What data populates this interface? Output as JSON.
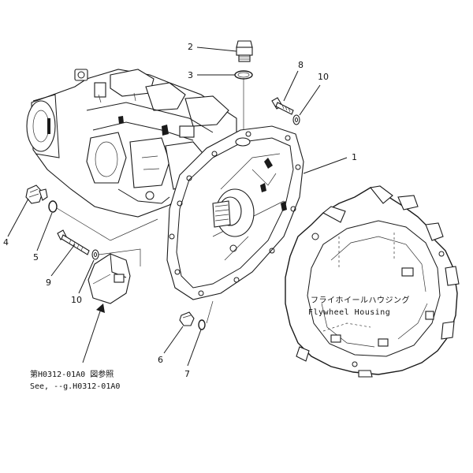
{
  "callouts": [
    {
      "id": "1",
      "label": "1"
    },
    {
      "id": "2",
      "label": "2"
    },
    {
      "id": "3",
      "label": "3"
    },
    {
      "id": "4",
      "label": "4"
    },
    {
      "id": "5",
      "label": "5"
    },
    {
      "id": "6",
      "label": "6"
    },
    {
      "id": "7",
      "label": "7"
    },
    {
      "id": "8",
      "label": "8"
    },
    {
      "id": "9",
      "label": "9"
    },
    {
      "id": "10a",
      "label": "10"
    },
    {
      "id": "10b",
      "label": "10"
    }
  ],
  "flywheel_housing": {
    "label_jp": "フライホイールハウジング",
    "label_en": "Flywheel Housing"
  },
  "reference_note": {
    "line1": "第H0312-01A0 図参照",
    "line2": "See, --g.H0312-01A0"
  }
}
